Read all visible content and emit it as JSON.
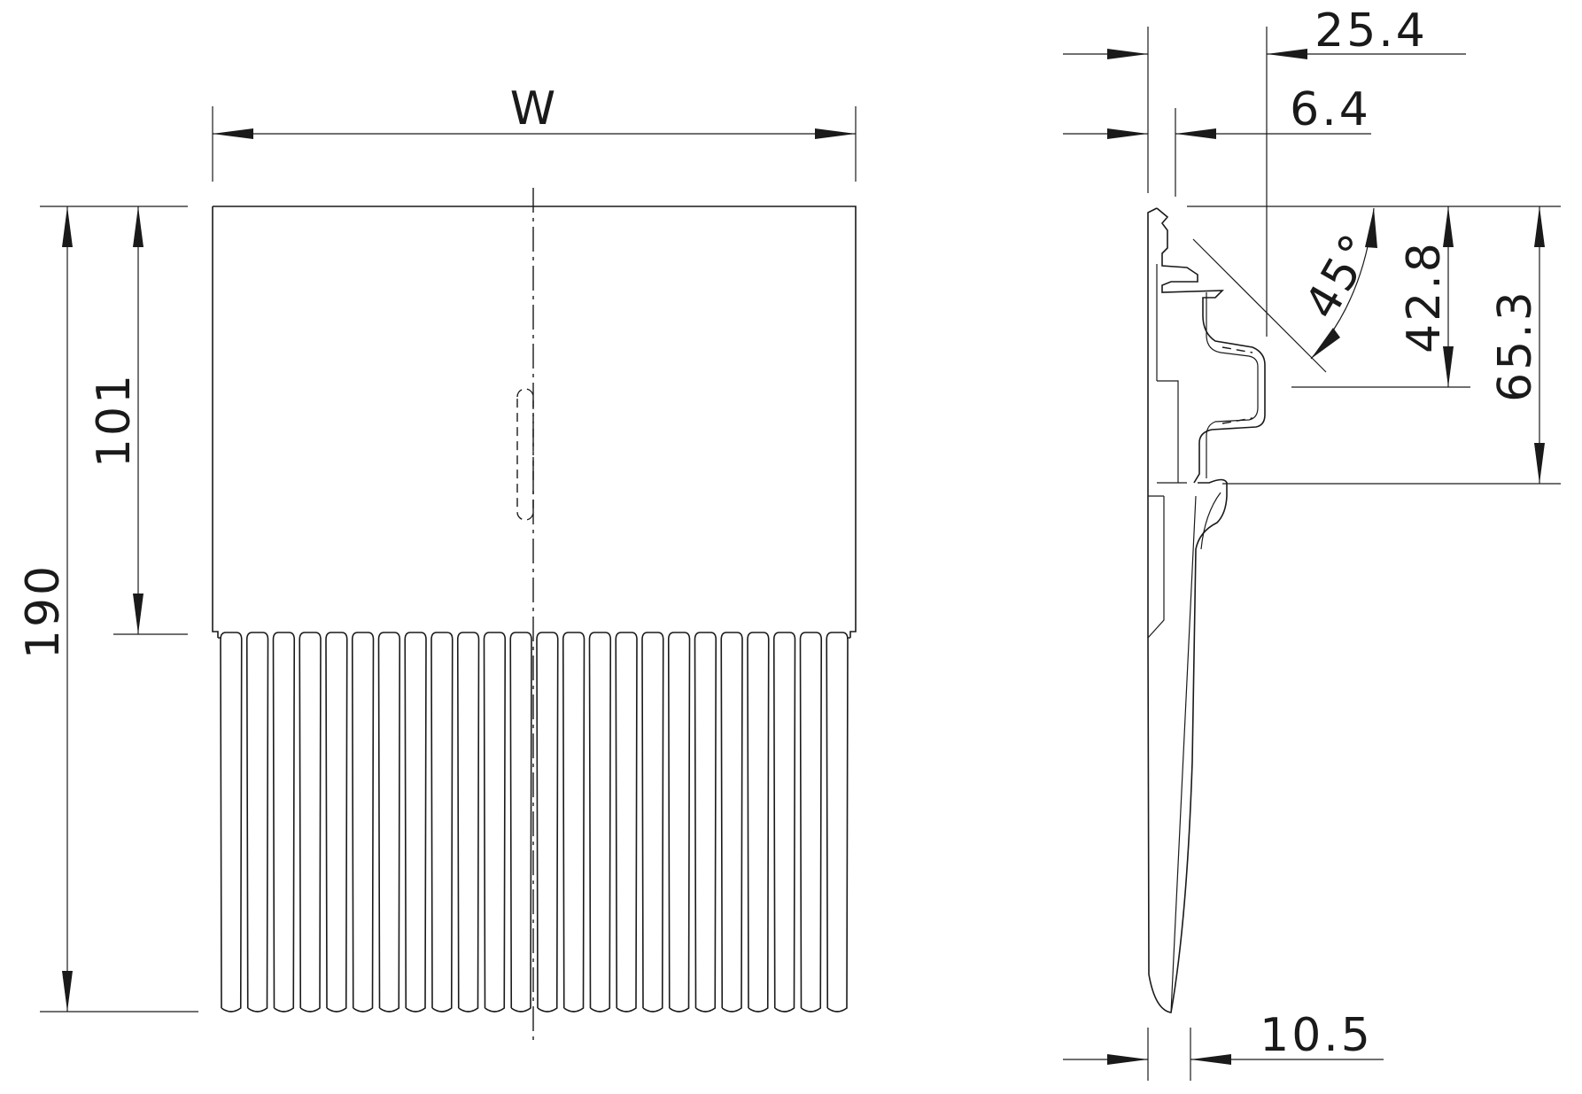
{
  "front_view": {
    "width_label": "W",
    "height_total_label": "190",
    "height_plate_label": "101"
  },
  "side_view": {
    "dim_top_label": "25.4",
    "dim_second_label": "6.4",
    "angle_label": "45°",
    "height_inner_label": "42.8",
    "height_outer_label": "65.3",
    "bottom_label": "10.5"
  }
}
